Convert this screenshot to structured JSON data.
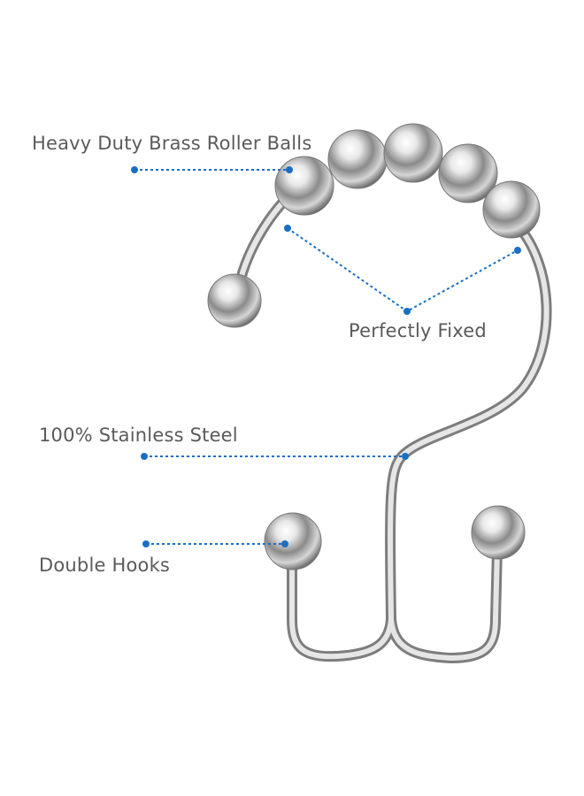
{
  "annotations": {
    "roller_balls": "Heavy Duty Brass Roller Balls",
    "fixed": "Perfectly Fixed",
    "stainless": "100% Stainless Steel",
    "hooks": "Double Hooks"
  },
  "colors": {
    "leader_line": "#1a6fc4",
    "label_text": "#5a5a5a",
    "metal": "#c8c8c8"
  }
}
